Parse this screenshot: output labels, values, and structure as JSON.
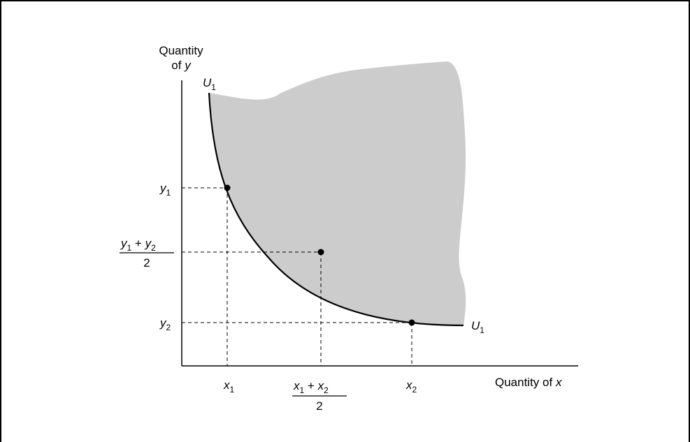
{
  "axes": {
    "y_label_line1": "Quantity",
    "y_label_line2": "of",
    "y_label_var": "y",
    "x_label_text": "Quantity of",
    "x_label_var": "x"
  },
  "curve": {
    "name": "U",
    "subscript": "1"
  },
  "y_ticks": {
    "y1": {
      "var": "y",
      "sub": "1"
    },
    "y2": {
      "var": "y",
      "sub": "2"
    },
    "avg_num_a": "y",
    "avg_num_a_sub": "1",
    "avg_plus": " + ",
    "avg_num_b": "y",
    "avg_num_b_sub": "2",
    "avg_den": "2"
  },
  "x_ticks": {
    "x1": {
      "var": "x",
      "sub": "1"
    },
    "x2": {
      "var": "x",
      "sub": "2"
    },
    "avg_num_a": "x",
    "avg_num_a_sub": "1",
    "avg_plus": " + ",
    "avg_num_b": "x",
    "avg_num_b_sub": "2",
    "avg_den": "2"
  },
  "colors": {
    "shaded_region": "#cccccc",
    "curve": "#000000",
    "points": "#000000"
  }
}
